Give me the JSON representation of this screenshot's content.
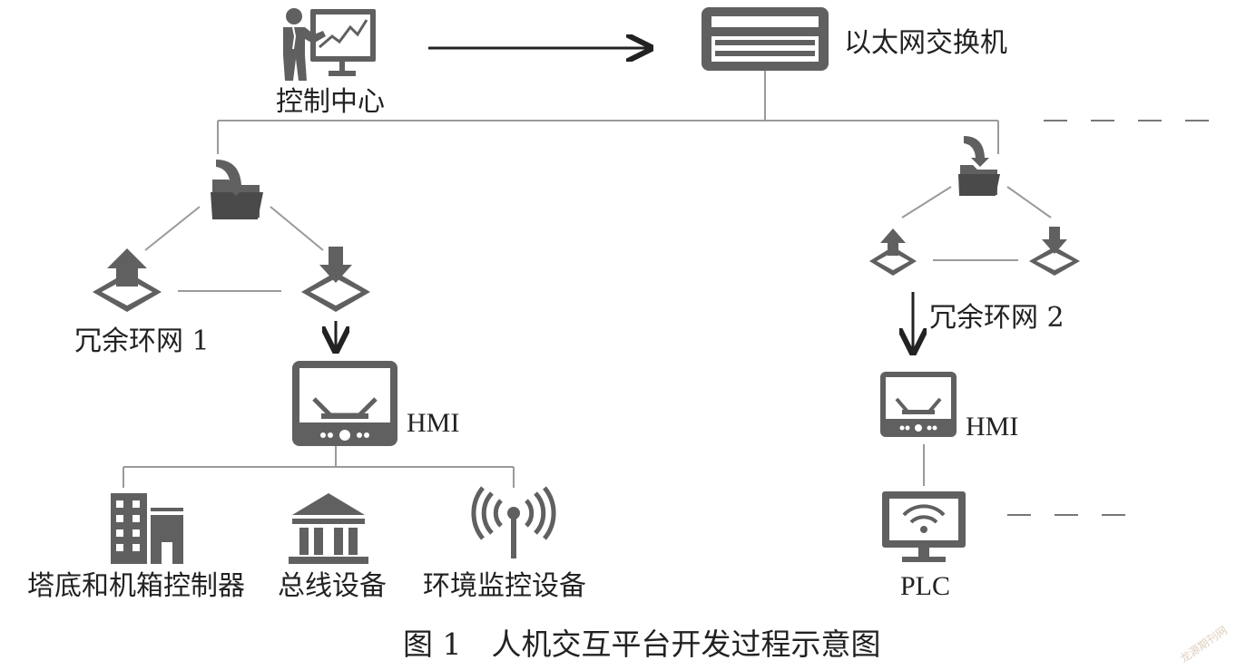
{
  "nodes": {
    "control_center": "控制中心",
    "ethernet_switch": "以太网交换机",
    "ring1": "冗余环网 1",
    "ring2": "冗余环网 2",
    "hmi_left": "HMI",
    "hmi_right": "HMI",
    "plc": "PLC",
    "tower_controller": "塔底和机箱控制器",
    "bus_device": "总线设备",
    "env_monitor": "环境监控设备"
  },
  "caption": "图 1　人机交互平台开发过程示意图",
  "watermark": "龙源期刊网",
  "colors": {
    "icon": "#606060",
    "line": "#9a9a9a",
    "arrow": "#222222"
  }
}
